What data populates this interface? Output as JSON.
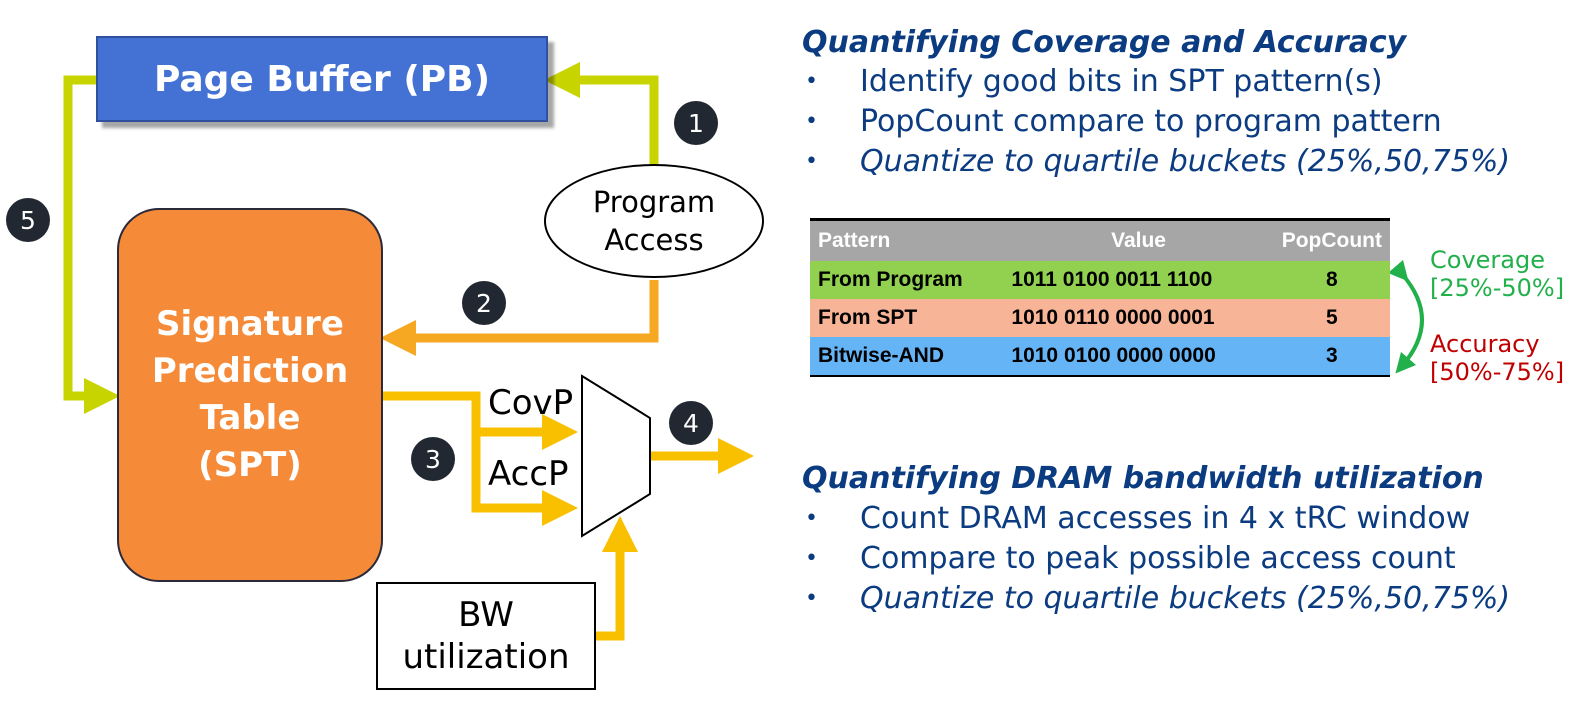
{
  "diagram": {
    "page_buffer": "Page Buffer (PB)",
    "spt": [
      "Signature",
      "Prediction",
      "Table",
      "(SPT)"
    ],
    "program_access": [
      "Program",
      "Access"
    ],
    "bw_utilization": [
      "BW",
      "utilization"
    ],
    "covp": "CovP",
    "accp": "AccP",
    "steps": [
      "1",
      "2",
      "3",
      "4",
      "5"
    ],
    "colors": {
      "arrow_yellow_green": "#c8d400",
      "arrow_orange": "#f7a823",
      "arrow_yellow": "#f9c000"
    }
  },
  "coverage_section": {
    "heading": "Quantifying Coverage and Accuracy",
    "bullets": [
      "Identify good bits in SPT pattern(s)",
      "PopCount compare to program pattern",
      "Quantize to quartile buckets (25%,50,75%)"
    ]
  },
  "pattern_table": {
    "headers": [
      "Pattern",
      "Value",
      "PopCount"
    ],
    "rows": [
      [
        "From Program",
        "1011 0100 0011 1100",
        "8"
      ],
      [
        "From SPT",
        "1010 0110 0000 0001",
        "5"
      ],
      [
        "Bitwise-AND",
        "1010 0100 0000 0000",
        "3"
      ]
    ]
  },
  "coverage_label": [
    "Coverage",
    "[25%-50%]"
  ],
  "accuracy_label": [
    "Accuracy",
    "[50%-75%]"
  ],
  "bandwidth_section": {
    "heading": "Quantifying DRAM bandwidth utilization",
    "bullets": [
      "Count DRAM accesses in 4 x tRC window",
      "Compare to peak possible access count",
      "Quantize to quartile buckets (25%,50,75%)"
    ]
  }
}
